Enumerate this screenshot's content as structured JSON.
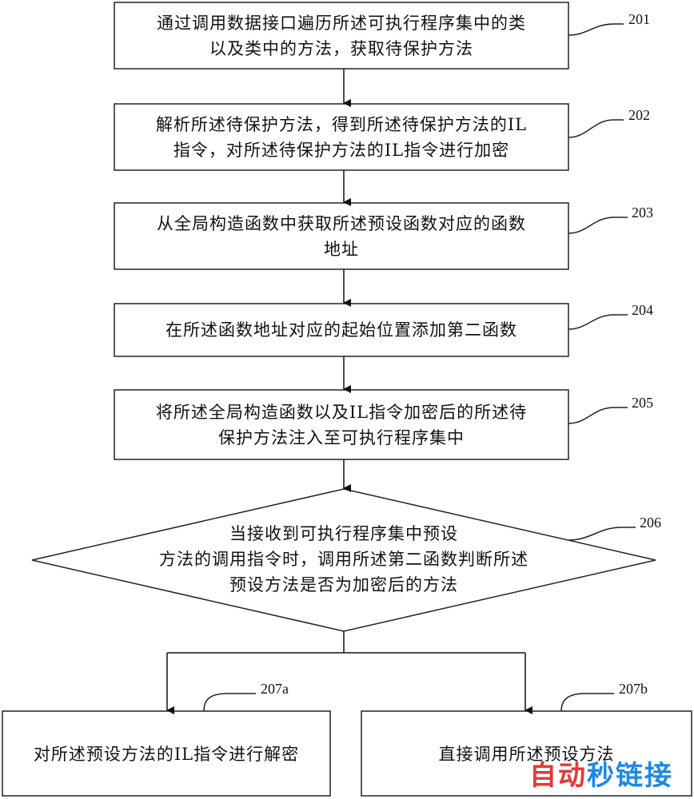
{
  "steps": [
    {
      "id": "201",
      "text_line1": "通过调用数据接口遍历所述可执行程序集中的类",
      "text_line2": "以及类中的方法，获取待保护方法"
    },
    {
      "id": "202",
      "text_line1": "解析所述待保护方法，得到所述待保护方法的IL",
      "text_line2": "指令，对所述待保护方法的IL指令进行加密"
    },
    {
      "id": "203",
      "text_line1": "从全局构造函数中获取所述预设函数对应的函数",
      "text_line2": "地址"
    },
    {
      "id": "204",
      "text_line1": "在所述函数地址对应的起始位置添加第二函数"
    },
    {
      "id": "205",
      "text_line1": "将所述全局构造函数以及IL指令加密后的所述待",
      "text_line2": "保护方法注入至可执行程序集中"
    }
  ],
  "decision": {
    "id": "206",
    "text_line1": "当接收到可执行程序集中预设",
    "text_line2": "方法的调用指令时，调用所述第二函数判断所述",
    "text_line3": "预设方法是否为加密后的方法"
  },
  "outcomes": [
    {
      "id": "207a",
      "text": "对所述预设方法的IL指令进行解密"
    },
    {
      "id": "207b",
      "text": "直接调用所述预设方法"
    }
  ],
  "watermark": {
    "text": "自动秒链接",
    "colors": [
      "#e53935",
      "#1e88e5"
    ]
  }
}
